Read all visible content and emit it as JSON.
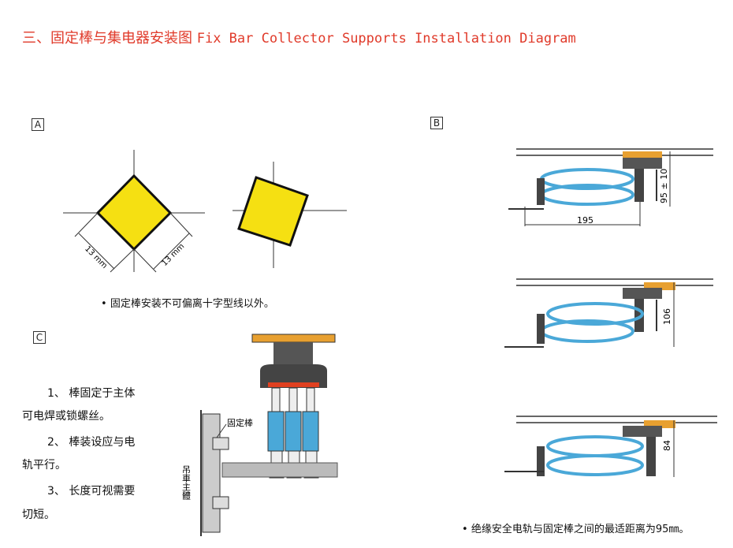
{
  "title": {
    "zh": "三、固定棒与集电器安装图",
    "en": "Fix Bar Collector Supports Installation Diagram"
  },
  "section_a": {
    "label": "A",
    "dim1": "13 mm",
    "dim2": "13 mm",
    "note": "固定棒安装不可偏离十字型线以外。"
  },
  "section_b": {
    "label": "B",
    "dim_width": "195",
    "dims": [
      "95 ± 10",
      "106",
      "84"
    ],
    "note": "绝缘安全电轨与固定棒之间的最适距离为95㎜。"
  },
  "section_c": {
    "label": "C",
    "steps": [
      "1、 棒固定于主体",
      "可电焊或锁螺丝。",
      "2、 棒装设应与电",
      "轨平行。",
      "3、 长度可视需要",
      "切短。"
    ],
    "callout": "固定棒",
    "body_label": "吊車主體"
  },
  "colors": {
    "title": "#e03a2a",
    "square": "#f5e012",
    "rail": "#e8a030",
    "arm": "#4aa8d8"
  }
}
